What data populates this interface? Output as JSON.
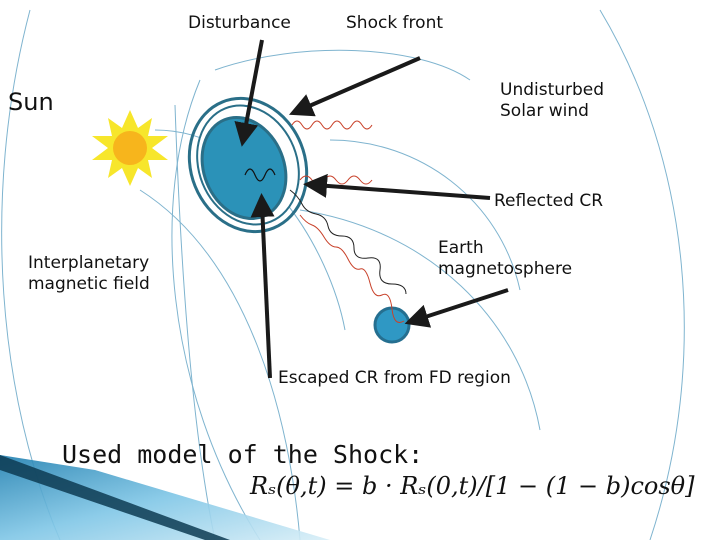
{
  "labels": {
    "disturbance": "Disturbance",
    "shock_front": "Shock front",
    "sun": "Sun",
    "undisturbed_solar_wind": "Undisturbed\nSolar wind",
    "reflected_cr": "Reflected CR",
    "earth_magnetosphere": "Earth\nmagnetosphere",
    "interplanetary_magnetic_field": "Interplanetary\nmagnetic field",
    "escaped_cr": "Escaped CR from FD region"
  },
  "model": {
    "title": "Used model of the Shock:",
    "formula": "Rₛ(θ,t) = b · Rₛ(0,t)/[1 − (1 − b)cosθ]"
  },
  "colors": {
    "sun_fill": "#f7b51c",
    "sun_rays": "#f7e62b",
    "cloud_fill": "#2b92b8",
    "cloud_stroke": "#2a6f88",
    "earth_fill": "#2f98c4",
    "field_lines": "#7fb4cf",
    "arrow": "#1a1a1a",
    "wave_red": "#c8412a"
  }
}
